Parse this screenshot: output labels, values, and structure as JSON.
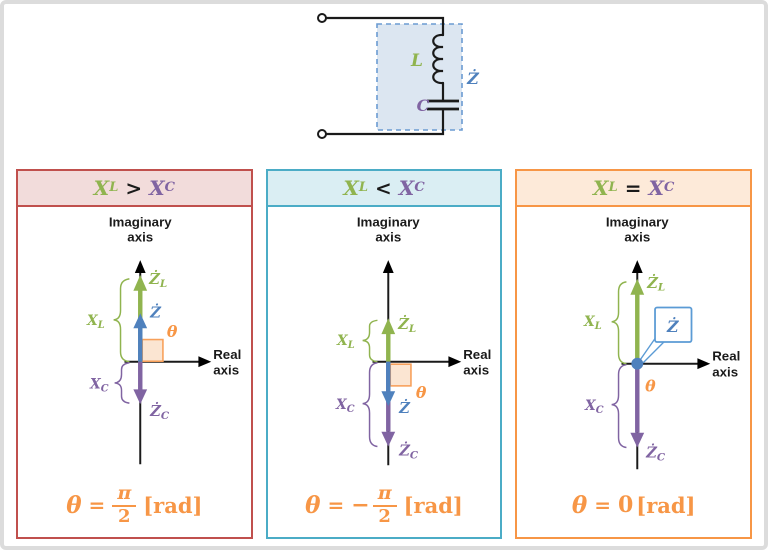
{
  "circuit": {
    "inductor_label": "L",
    "capacitor_label": "C",
    "impedance_label": "Ż"
  },
  "colors": {
    "inductive_green": "#90b44f",
    "capacitive_purple": "#8064a2",
    "impedance_blue": "#4f81bd",
    "theta_orange": "#f79646",
    "panel1_accent": "#c0504d",
    "panel2_accent": "#4bacc6",
    "panel3_accent": "#f79646",
    "panel1_header_bg": "#f2dcdb",
    "panel2_header_bg": "#daeef3",
    "panel3_header_bg": "#fdead9"
  },
  "panels": [
    {
      "header": {
        "lhs": "X",
        "lhs_sub": "L",
        "op": ">",
        "rhs": "X",
        "rhs_sub": "C"
      },
      "labels": {
        "imaginary_line1": "Imaginary",
        "imaginary_line2": "axis",
        "real_line1": "Real",
        "real_line2": "axis",
        "zl": "Ż",
        "zl_sub": "L",
        "z": "Ż",
        "zc": "Ż",
        "zc_sub": "C",
        "xl": "X",
        "xl_sub": "L",
        "xc": "X",
        "xc_sub": "C",
        "theta": "θ"
      },
      "formula": {
        "theta": "θ",
        "eq": "=",
        "num": "π",
        "den": "2",
        "unit": "[rad]"
      }
    },
    {
      "header": {
        "lhs": "X",
        "lhs_sub": "L",
        "op": "<",
        "rhs": "X",
        "rhs_sub": "C"
      },
      "labels": {
        "imaginary_line1": "Imaginary",
        "imaginary_line2": "axis",
        "real_line1": "Real",
        "real_line2": "axis",
        "zl": "Ż",
        "zl_sub": "L",
        "z": "Ż",
        "zc": "Ż",
        "zc_sub": "C",
        "xl": "X",
        "xl_sub": "L",
        "xc": "X",
        "xc_sub": "C",
        "theta": "θ"
      },
      "formula": {
        "theta": "θ",
        "eq": "=",
        "sign": "−",
        "num": "π",
        "den": "2",
        "unit": "[rad]"
      }
    },
    {
      "header": {
        "lhs": "X",
        "lhs_sub": "L",
        "op": "=",
        "rhs": "X",
        "rhs_sub": "C"
      },
      "labels": {
        "imaginary_line1": "Imaginary",
        "imaginary_line2": "axis",
        "real_line1": "Real",
        "real_line2": "axis",
        "zl": "Ż",
        "zl_sub": "L",
        "z": "Ż",
        "zc": "Ż",
        "zc_sub": "C",
        "xl": "X",
        "xl_sub": "L",
        "xc": "X",
        "xc_sub": "C",
        "theta": "θ"
      },
      "formula": {
        "theta": "θ",
        "eq": "=",
        "value": "0",
        "unit": "[rad]"
      }
    }
  ]
}
